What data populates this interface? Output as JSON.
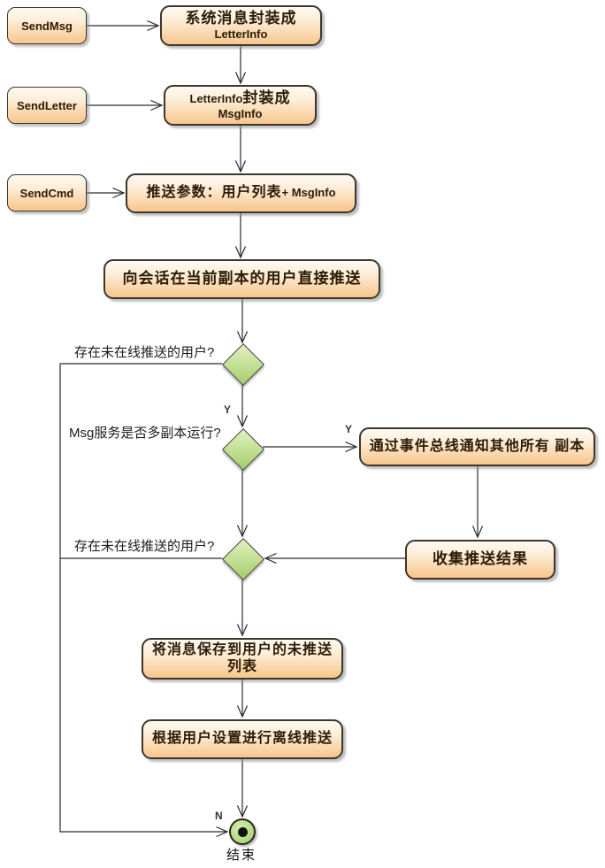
{
  "diagram": {
    "triggers": [
      {
        "label": "SendMsg"
      },
      {
        "label": "SendLetter"
      },
      {
        "label": "SendCmd"
      }
    ],
    "activities": {
      "wrap_letter": {
        "line1": "系统消息封装成",
        "line2": "LetterInfo"
      },
      "wrap_msg": {
        "line1_prefix": "LetterInfo",
        "line1_main": "封装成",
        "line2": "MsgInfo"
      },
      "push_params": {
        "main": "推送参数：用户列表",
        "suffix": "+ MsgInfo"
      },
      "direct_push": {
        "line1": "向会话在当前副本的用户直接推送"
      },
      "event_bus": {
        "line1": "通过事件总线通知其他所有 副本"
      },
      "collect": {
        "line1": "收集推送结果"
      },
      "save_list": {
        "line1": "将消息保存到用户的未推送",
        "line2": "列表"
      },
      "offline_push": {
        "line1": "根据用户设置进行离线推送"
      }
    },
    "decisions": {
      "d1": "存在未在线推送的用户?",
      "d2": "Msg服务是否多副本运行?",
      "d3": "存在未在线推送的用户?"
    },
    "edge_labels": {
      "y_to_d2": "Y",
      "y_to_bus": "Y",
      "n_to_end": "N"
    },
    "end_label": "结束",
    "colors": {
      "activity_fill_top": "#fefaf2",
      "activity_fill_bottom": "#f7c68c",
      "decision_fill": "#c4e095",
      "final_fill": "#b7dc8a",
      "border": "#3c362c",
      "line": "#2b2b2b",
      "text": "#2b1c07"
    }
  }
}
